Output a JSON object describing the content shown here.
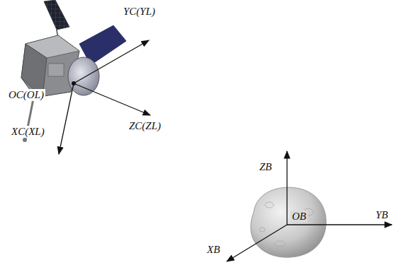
{
  "diagram": {
    "labels": [
      "YC(YL)",
      "OC(OL)",
      "ZC(ZL)",
      "XC(XL)",
      "ZB",
      "OB",
      "YB",
      "XB"
    ]
  }
}
